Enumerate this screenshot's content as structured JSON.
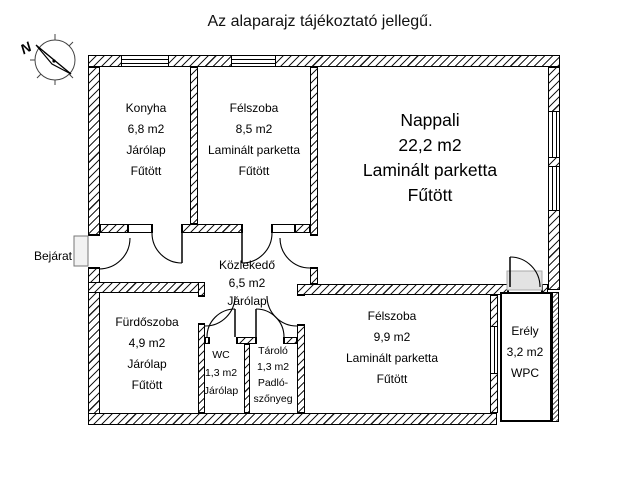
{
  "title": "Az alaparajz tájékoztató jellegű.",
  "compass": {
    "north_label": "N"
  },
  "entrance": {
    "label": "Bejárat"
  },
  "rooms": {
    "konyha": {
      "name": "Konyha",
      "area": "6,8 m2",
      "floor": "Járólap",
      "heating": "Fűtött"
    },
    "felszoba_1": {
      "name": "Félszoba",
      "area": "8,5 m2",
      "floor": "Laminált parketta",
      "heating": "Fűtött"
    },
    "nappali": {
      "name": "Nappali",
      "area": "22,2 m2",
      "floor": "Laminált parketta",
      "heating": "Fűtött"
    },
    "kozlekedo": {
      "name": "Közlekedő",
      "area": "6,5 m2",
      "floor": "Járólap"
    },
    "furdoszoba": {
      "name": "Fürdőszoba",
      "area": "4,9 m2",
      "floor": "Járólap",
      "heating": "Fűtött"
    },
    "wc": {
      "name": "WC",
      "area": "1,3 m2",
      "floor": "Járólap"
    },
    "tarolo": {
      "name": "Tároló",
      "area": "1,3 m2",
      "floor_line1": "Padló-",
      "floor_line2": "szőnyeg"
    },
    "felszoba_2": {
      "name": "Félszoba",
      "area": "9,9 m2",
      "floor": "Laminált parketta",
      "heating": "Fűtött"
    },
    "erely": {
      "name": "Erély",
      "area": "3,2 m2",
      "floor": "WPC"
    }
  }
}
